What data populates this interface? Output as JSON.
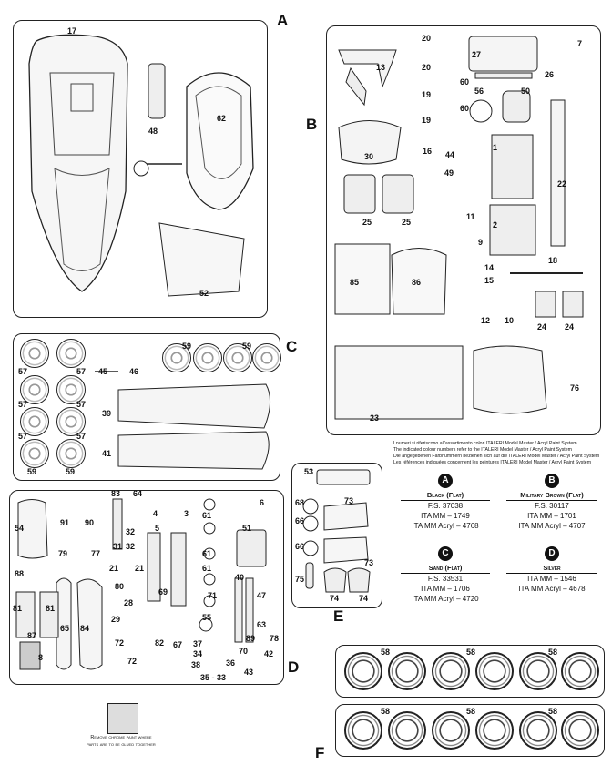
{
  "frame_letters": {
    "a": "A",
    "b": "B",
    "c": "C",
    "d": "D",
    "e": "E",
    "f": "F"
  },
  "parts_a": [
    "17",
    "48",
    "62",
    "52"
  ],
  "parts_b": [
    "20",
    "20",
    "19",
    "19",
    "60",
    "60",
    "13",
    "27",
    "7",
    "26",
    "56",
    "50",
    "30",
    "16",
    "44",
    "49",
    "1",
    "22",
    "25",
    "25",
    "11",
    "2",
    "9",
    "14",
    "15",
    "18",
    "85",
    "86",
    "12",
    "10",
    "24",
    "24",
    "23",
    "76"
  ],
  "parts_c": [
    "59",
    "59",
    "57",
    "57",
    "57",
    "57",
    "57",
    "57",
    "45",
    "46",
    "39",
    "41",
    "59",
    "59"
  ],
  "parts_d": [
    "83",
    "64",
    "4",
    "3",
    "6",
    "54",
    "91",
    "90",
    "32",
    "32",
    "5",
    "79",
    "77",
    "31",
    "61",
    "51",
    "88",
    "21",
    "21",
    "61",
    "80",
    "28",
    "69",
    "40",
    "81",
    "81",
    "29",
    "71",
    "47",
    "87",
    "65",
    "84",
    "61",
    "55",
    "8",
    "72",
    "72",
    "82",
    "67",
    "63",
    "89",
    "78",
    "70",
    "42",
    "37",
    "34",
    "38",
    "36",
    "43",
    "35 - 33"
  ],
  "parts_e": [
    "53",
    "68",
    "66",
    "73",
    "66",
    "73",
    "75",
    "74",
    "74"
  ],
  "parts_f": [
    "58",
    "58",
    "58",
    "58",
    "58",
    "58"
  ],
  "colour_note": [
    "I numeri si riferiscono all'assortimento colori ITALERI Model Master / Acryl Paint System",
    "The indicated colour numbers refer to the ITALERI Model Master / Acryl Paint System",
    "Die angegebenen Farbnummern beziehen sich auf die ITALERI Model Master / Acryl Paint System",
    "Les références indiquées concernent les peintures ITALERI Model Master / Acryl Paint System"
  ],
  "paints": [
    {
      "letter": "A",
      "name": "Black (Flat)",
      "lines": [
        "F.S. 37038",
        "ITA MM – 1749",
        "ITA MM Acryl – 4768"
      ]
    },
    {
      "letter": "B",
      "name": "Military Brown (Flat)",
      "lines": [
        "F.S. 30117",
        "ITA MM – 1701",
        "ITA MM Acryl – 4707"
      ]
    },
    {
      "letter": "C",
      "name": "Sand (Flat)",
      "lines": [
        "F.S. 33531",
        "ITA MM – 1706",
        "ITA MM Acryl – 4720"
      ]
    },
    {
      "letter": "D",
      "name": "Silver",
      "lines": [
        "ITA MM – 1546",
        "ITA MM Acryl – 4678"
      ]
    }
  ],
  "chrome_note": [
    "Remove chrome paint where",
    "parts are to be glued together"
  ]
}
